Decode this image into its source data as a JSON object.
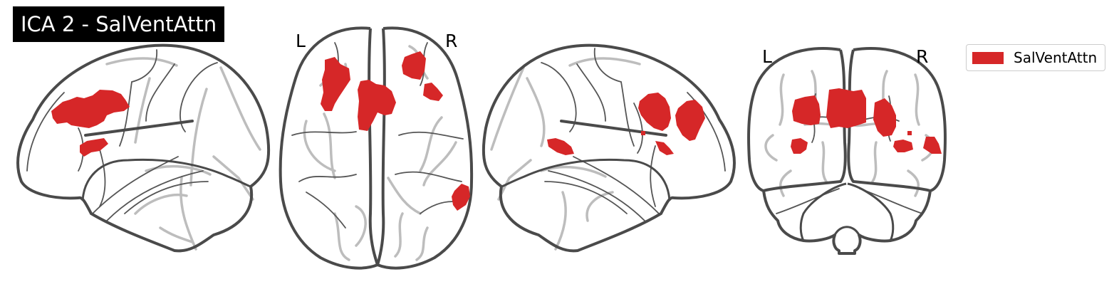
{
  "title": "ICA 2 - SalVentAttn",
  "legend": {
    "label": "SalVentAttn",
    "color": "#d62728"
  },
  "views": {
    "axial": {
      "left_label": "L",
      "right_label": "R"
    },
    "coronal": {
      "left_label": "L",
      "right_label": "R"
    }
  },
  "colors": {
    "blob": "#d62728",
    "outline": "#4a4a4a",
    "inner_line": "#555555",
    "faint_line": "#bdbdbd"
  }
}
